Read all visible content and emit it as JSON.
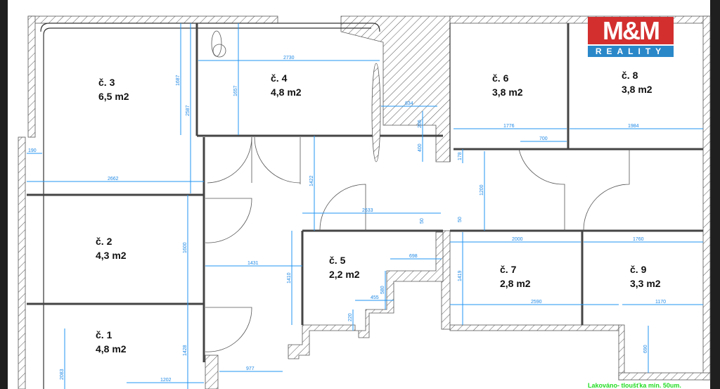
{
  "logo": {
    "top": "M&M",
    "bottom": "REALITY",
    "colors": {
      "red": "#d32f2f",
      "blue": "#2a88c9"
    }
  },
  "note": "Lakováno-  tloušťka min. 50um.",
  "rooms": [
    {
      "name": "č. 3",
      "area": "6,5 m2"
    },
    {
      "name": "č. 4",
      "area": "4,8 m2"
    },
    {
      "name": "č. 6",
      "area": "3,8 m2"
    },
    {
      "name": "č. 8",
      "area": "3,8 m2"
    },
    {
      "name": "č. 2",
      "area": "4,3 m2"
    },
    {
      "name": "č. 5",
      "area": "2,2 m2"
    },
    {
      "name": "č. 7",
      "area": "2,8 m2"
    },
    {
      "name": "č. 9",
      "area": "3,3 m2"
    },
    {
      "name": "č. 1",
      "area": "4,8 m2"
    }
  ],
  "dimensions": [
    "2730",
    "1687",
    "2587",
    "1657",
    "834",
    "266",
    "400",
    "190",
    "2662",
    "1422",
    "1776",
    "700",
    "1984",
    "178",
    "1200",
    "2633",
    "50",
    "50",
    "1600",
    "1431",
    "1410",
    "698",
    "580",
    "455",
    "220",
    "2000",
    "1760",
    "1419",
    "2590",
    "1170",
    "690",
    "1428",
    "2083",
    "977",
    "1202"
  ],
  "colors": {
    "dimension": "#2196f3",
    "note": "#22dd22"
  }
}
